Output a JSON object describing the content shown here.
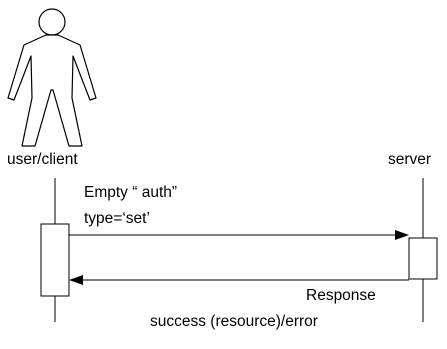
{
  "participants": {
    "client": {
      "label": "user/client",
      "icon": "actor-stick-figure-icon"
    },
    "server": {
      "label": "server"
    }
  },
  "messages": {
    "request": {
      "line1": "Empty “ auth”",
      "line2": "type=‘set’"
    },
    "response": {
      "line1": "Response",
      "line2": "success (resource)/error"
    }
  },
  "colors": {
    "stroke": "#000000",
    "background": "#ffffff"
  }
}
